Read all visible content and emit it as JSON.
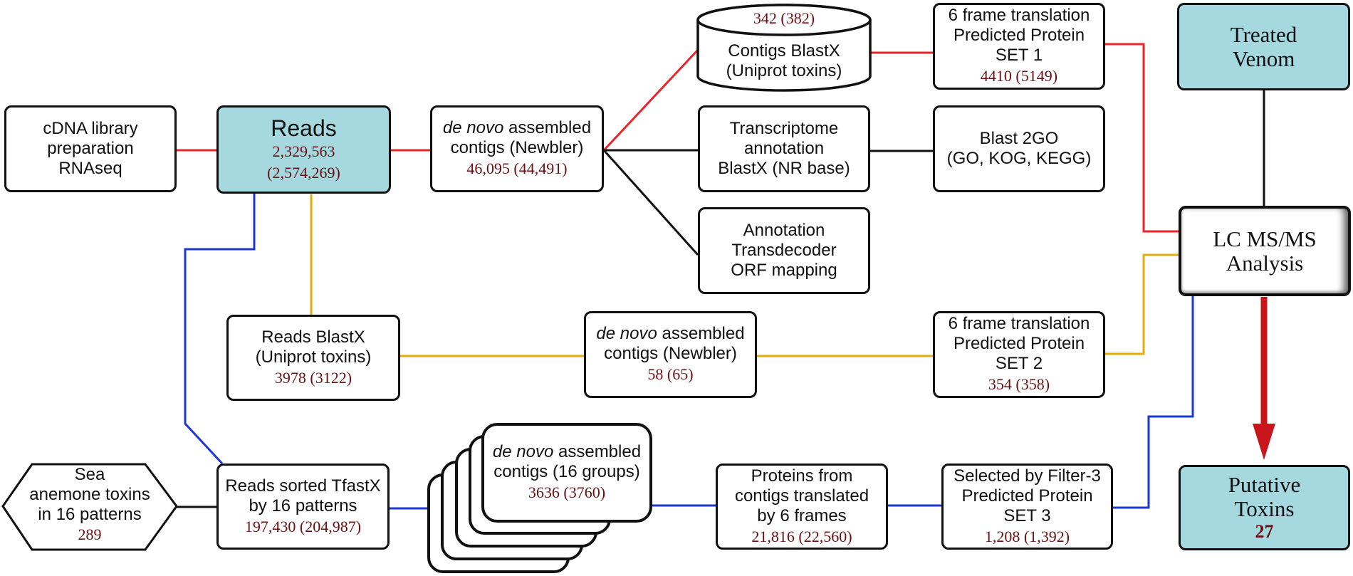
{
  "diagram": {
    "nodes": {
      "cdna": {
        "lines": [
          "cDNA library",
          "preparation",
          "RNAseq"
        ]
      },
      "reads": {
        "title": "Reads",
        "count": "2,329,563",
        "count2": "(2,574,269)"
      },
      "denovo1": {
        "italic": "de novo",
        "rest": " assembled",
        "line2": "contigs (Newbler)",
        "count": "46,095 (44,491)"
      },
      "contigs_blastx": {
        "count": "342 (382)",
        "line1": "Contigs BlastX",
        "line2": "(Uniprot toxins)"
      },
      "transcriptome": {
        "lines": [
          "Transcriptome",
          "annotation",
          "BlastX (NR base)"
        ]
      },
      "annotation": {
        "lines": [
          "Annotation",
          "Transdecoder",
          "ORF mapping"
        ]
      },
      "set1": {
        "lines": [
          "6 frame translation",
          "Predicted Protein",
          "SET 1"
        ],
        "count": "4410 (5149)"
      },
      "blast2go": {
        "lines": [
          "Blast 2GO",
          "(GO, KOG, KEGG)"
        ]
      },
      "treated": {
        "lines": [
          "Treated",
          "Venom"
        ]
      },
      "lcms": {
        "lines": [
          "LC MS/MS",
          "Analysis"
        ]
      },
      "reads_blastx": {
        "lines": [
          "Reads BlastX",
          "(Uniprot toxins)"
        ],
        "count": "3978 (3122)"
      },
      "denovo2": {
        "italic": "de novo",
        "rest": " assembled",
        "line2": "contigs (Newbler)",
        "count": "58 (65)"
      },
      "set2": {
        "lines": [
          "6 frame translation",
          "Predicted Protein",
          "SET 2"
        ],
        "count": "354 (358)"
      },
      "sea": {
        "lines": [
          "Sea",
          "anemone toxins",
          "in 16 patterns"
        ],
        "count": "289"
      },
      "tfastx": {
        "lines": [
          "Reads sorted TfastX",
          "by 16 patterns"
        ],
        "count": "197,430 (204,987)"
      },
      "denovo16": {
        "italic": "de novo",
        "rest": " assembled",
        "line2": "contigs (16 groups)",
        "count": "3636 (3760)"
      },
      "proteins6": {
        "lines": [
          "Proteins from",
          "contigs translated",
          "by 6 frames"
        ],
        "count": "21,816 (22,560)"
      },
      "set3": {
        "lines": [
          "Selected by Filter-3",
          "Predicted Protein",
          "SET 3"
        ],
        "count": "1,208 (1,392)"
      },
      "putative": {
        "lines": [
          "Putative",
          "Toxins"
        ],
        "count": "27"
      }
    },
    "colors": {
      "red": "#e8252a",
      "black": "#111111",
      "gold": "#e2ad0c",
      "blue": "#1d37d6",
      "teal": "#a6d9df",
      "number": "#6b0f12",
      "arrow": "#c8161c"
    }
  }
}
